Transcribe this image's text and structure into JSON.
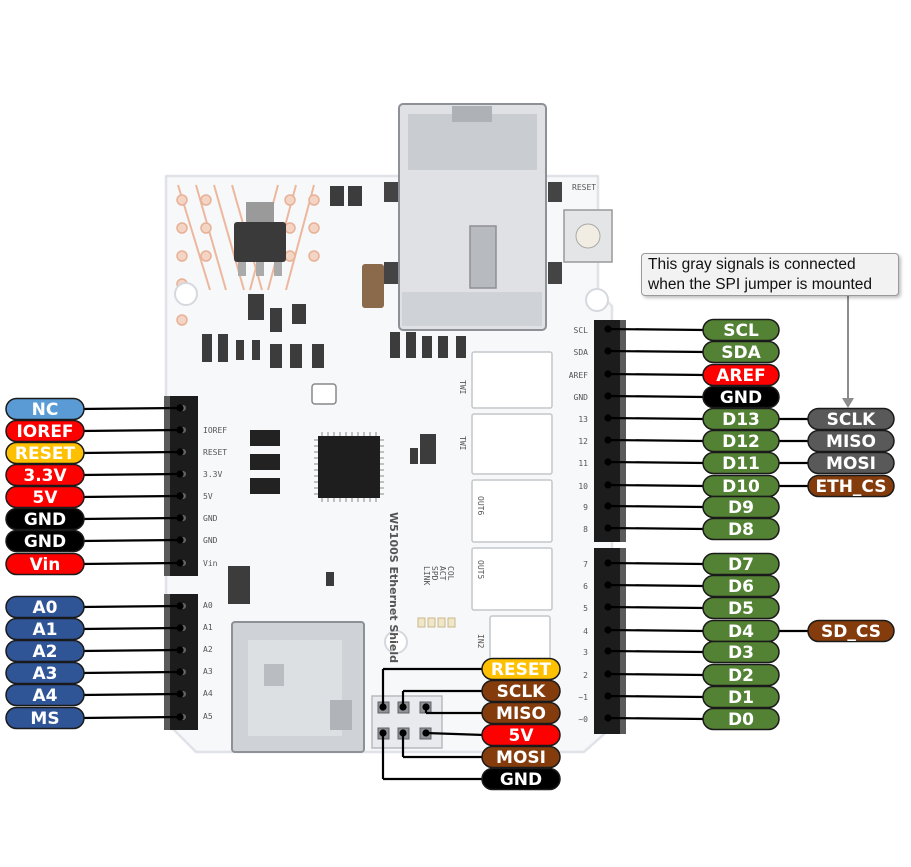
{
  "colors": {
    "green": "#548235",
    "red": "#ff0000",
    "black": "#000000",
    "blue": "#2f5597",
    "light_blue": "#5b9bd5",
    "yellow": "#ffc000",
    "brown": "#843c0c",
    "gray": "#595959",
    "note_bg": "#f2f2f2",
    "board": "#f7f8fa"
  },
  "note": {
    "line1": "This gray signals is connected",
    "line2": "when the SPI jumper is mounted"
  },
  "board": {
    "model": "W5100S Ethernet Shield",
    "reset_button_label": "RESET",
    "right_header_silk": [
      "SCL",
      "SDA",
      "AREF",
      "GND",
      "13",
      "12",
      "11",
      "10",
      "9",
      "8",
      "7",
      "6",
      "5",
      "4",
      "3",
      "2",
      "~1",
      "~0"
    ],
    "left_header_silk": [
      "IOREF",
      "RESET",
      "3.3V",
      "5V",
      "GND",
      "GND",
      "Vin",
      "A0",
      "A1",
      "A2",
      "A3",
      "A4",
      "A5"
    ],
    "connector_silk": [
      "TWI",
      "TWI",
      "OUT6",
      "OUT5",
      "IN2"
    ],
    "led_silk": [
      "COL",
      "ACT",
      "SPD",
      "LINK"
    ]
  },
  "left_labels": [
    {
      "text": "NC",
      "color": "light_blue"
    },
    {
      "text": "IOREF",
      "color": "red"
    },
    {
      "text": "RESET",
      "color": "yellow"
    },
    {
      "text": "3.3V",
      "color": "red"
    },
    {
      "text": "5V",
      "color": "red"
    },
    {
      "text": "GND",
      "color": "black"
    },
    {
      "text": "GND",
      "color": "black"
    },
    {
      "text": "Vin",
      "color": "red"
    },
    {
      "text": "A0",
      "color": "blue"
    },
    {
      "text": "A1",
      "color": "blue"
    },
    {
      "text": "A2",
      "color": "blue"
    },
    {
      "text": "A3",
      "color": "blue"
    },
    {
      "text": "A4",
      "color": "blue"
    },
    {
      "text": "MS",
      "color": "blue"
    }
  ],
  "right_labels": [
    {
      "text": "SCL",
      "color": "green"
    },
    {
      "text": "SDA",
      "color": "green"
    },
    {
      "text": "AREF",
      "color": "red"
    },
    {
      "text": "GND",
      "color": "black"
    },
    {
      "text": "D13",
      "color": "green"
    },
    {
      "text": "D12",
      "color": "green"
    },
    {
      "text": "D11",
      "color": "green"
    },
    {
      "text": "D10",
      "color": "green"
    },
    {
      "text": "D9",
      "color": "green"
    },
    {
      "text": "D8",
      "color": "green"
    },
    {
      "text": "D7",
      "color": "green"
    },
    {
      "text": "D6",
      "color": "green"
    },
    {
      "text": "D5",
      "color": "green"
    },
    {
      "text": "D4",
      "color": "green"
    },
    {
      "text": "D3",
      "color": "green"
    },
    {
      "text": "D2",
      "color": "green"
    },
    {
      "text": "D1",
      "color": "green"
    },
    {
      "text": "D0",
      "color": "green"
    }
  ],
  "function_labels": [
    {
      "text": "SCLK",
      "color": "gray",
      "pin": "D13"
    },
    {
      "text": "MISO",
      "color": "gray",
      "pin": "D12"
    },
    {
      "text": "MOSI",
      "color": "gray",
      "pin": "D11"
    },
    {
      "text": "ETH_CS",
      "color": "brown",
      "pin": "D10"
    },
    {
      "text": "SD_CS",
      "color": "brown",
      "pin": "D4"
    }
  ],
  "icsp_labels": [
    {
      "text": "RESET",
      "color": "yellow"
    },
    {
      "text": "SCLK",
      "color": "brown"
    },
    {
      "text": "MISO",
      "color": "brown"
    },
    {
      "text": "5V",
      "color": "red"
    },
    {
      "text": "MOSI",
      "color": "brown"
    },
    {
      "text": "GND",
      "color": "black"
    }
  ]
}
